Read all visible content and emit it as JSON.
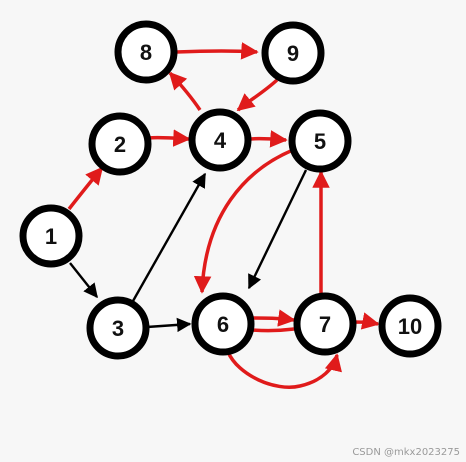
{
  "colors": {
    "background": "#f7f7f7",
    "node_border": "#000000",
    "node_fill": "#ffffff",
    "edge_black": "#000000",
    "edge_red": "#e01b1b"
  },
  "nodes": [
    {
      "id": "1",
      "label": "1"
    },
    {
      "id": "2",
      "label": "2"
    },
    {
      "id": "3",
      "label": "3"
    },
    {
      "id": "4",
      "label": "4"
    },
    {
      "id": "5",
      "label": "5"
    },
    {
      "id": "6",
      "label": "6"
    },
    {
      "id": "7",
      "label": "7"
    },
    {
      "id": "8",
      "label": "8"
    },
    {
      "id": "9",
      "label": "9"
    },
    {
      "id": "10",
      "label": "10"
    }
  ],
  "edges": [
    {
      "from": "1",
      "to": "2",
      "color": "red"
    },
    {
      "from": "1",
      "to": "3",
      "color": "black"
    },
    {
      "from": "2",
      "to": "4",
      "color": "red"
    },
    {
      "from": "3",
      "to": "4",
      "color": "black"
    },
    {
      "from": "3",
      "to": "6",
      "color": "black"
    },
    {
      "from": "4",
      "to": "5",
      "color": "red"
    },
    {
      "from": "4",
      "to": "8",
      "color": "red"
    },
    {
      "from": "8",
      "to": "9",
      "color": "red"
    },
    {
      "from": "9",
      "to": "4",
      "color": "red"
    },
    {
      "from": "5",
      "to": "6",
      "color": "black"
    },
    {
      "from": "5",
      "to": "6",
      "color": "red"
    },
    {
      "from": "6",
      "to": "7",
      "color": "red"
    },
    {
      "from": "6",
      "to": "7",
      "color": "red"
    },
    {
      "from": "7",
      "to": "5",
      "color": "red"
    },
    {
      "from": "7",
      "to": "10",
      "color": "red"
    }
  ],
  "watermark": "CSDN @mkx2023275"
}
